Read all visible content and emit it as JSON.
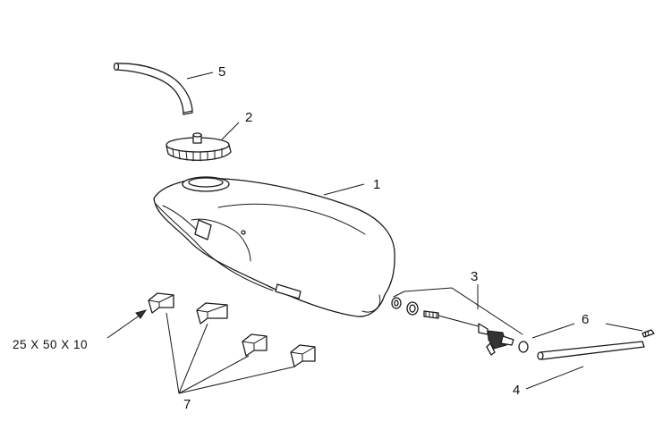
{
  "callouts": {
    "p1": "1",
    "p2": "2",
    "p3": "3",
    "p4": "4",
    "p5": "5",
    "p6": "6",
    "p7": "7"
  },
  "dimension_label": "25 X 50 X 10"
}
